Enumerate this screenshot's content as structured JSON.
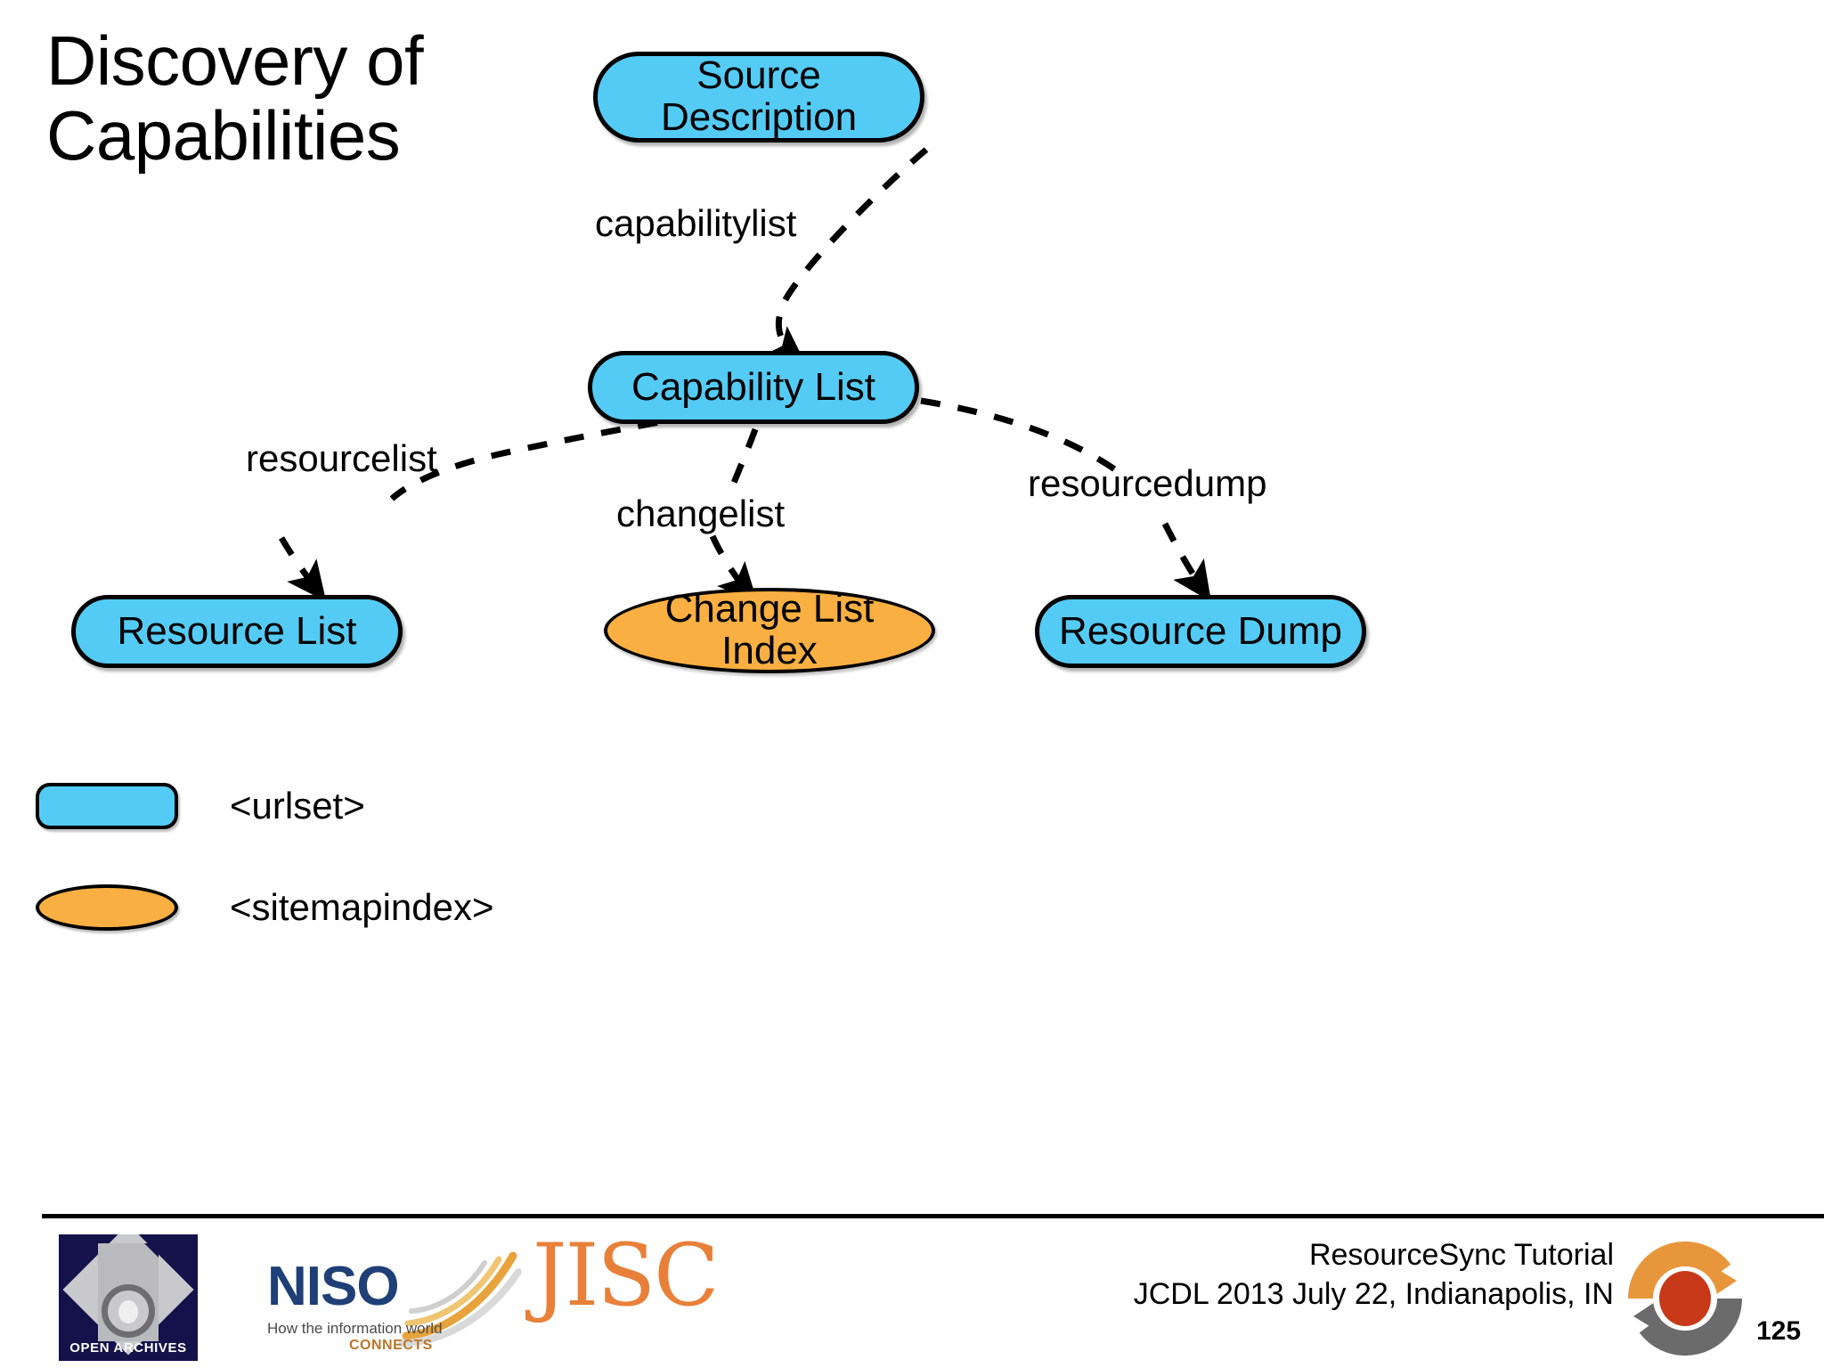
{
  "slide": {
    "title": "Discovery of\nCapabilities",
    "page_number": "125"
  },
  "colors": {
    "urlset_fill": "#54cbf5",
    "sitemapindex_fill": "#f9af42",
    "node_stroke": "#000000",
    "edge_stroke": "#000000",
    "background": "#ffffff",
    "niso_blue": "#1f3f77",
    "jisc_orange": "#e8803a",
    "logo_orange": "#e8963c",
    "logo_grey": "#6b6b6b",
    "logo_red": "#c8391a"
  },
  "diagram": {
    "type": "flow-graph",
    "nodes": [
      {
        "id": "source-description",
        "label": "Source\nDescription",
        "shape": "pill",
        "category": "urlset"
      },
      {
        "id": "capability-list",
        "label": "Capability List",
        "shape": "pill",
        "category": "urlset"
      },
      {
        "id": "resource-list",
        "label": "Resource List",
        "shape": "pill",
        "category": "urlset"
      },
      {
        "id": "change-list-index",
        "label": "Change List\nIndex",
        "shape": "ellipse",
        "category": "sitemapindex"
      },
      {
        "id": "resource-dump",
        "label": "Resource Dump",
        "shape": "pill",
        "category": "urlset"
      }
    ],
    "edges": [
      {
        "from": "source-description",
        "to": "capability-list",
        "label": "capabilitylist",
        "style": "dashed",
        "arrow": true
      },
      {
        "from": "capability-list",
        "to": "resource-list",
        "label": "resourcelist",
        "style": "dashed",
        "arrow": true
      },
      {
        "from": "capability-list",
        "to": "change-list-index",
        "label": "changelist",
        "style": "dashed",
        "arrow": true
      },
      {
        "from": "capability-list",
        "to": "resource-dump",
        "label": "resourcedump",
        "style": "dashed",
        "arrow": true
      }
    ]
  },
  "legend": {
    "items": [
      {
        "swatch": "pill",
        "label": "<urlset>"
      },
      {
        "swatch": "ellipse",
        "label": "<sitemapindex>"
      }
    ]
  },
  "footer": {
    "logos": {
      "open_archives": {
        "name": "open-archives-logo",
        "caption": "OPEN ARCHIVES"
      },
      "niso": {
        "name": "niso-logo",
        "word": "NISO",
        "tagline_line1": "How the information world",
        "tagline_line2": "CONNECTS"
      },
      "jisc": {
        "name": "jisc-logo",
        "word": "JISC"
      },
      "resourcesync": {
        "name": "resourcesync-cycle-logo"
      }
    },
    "text": "ResourceSync Tutorial\nJCDL 2013 July 22, Indianapolis, IN"
  }
}
